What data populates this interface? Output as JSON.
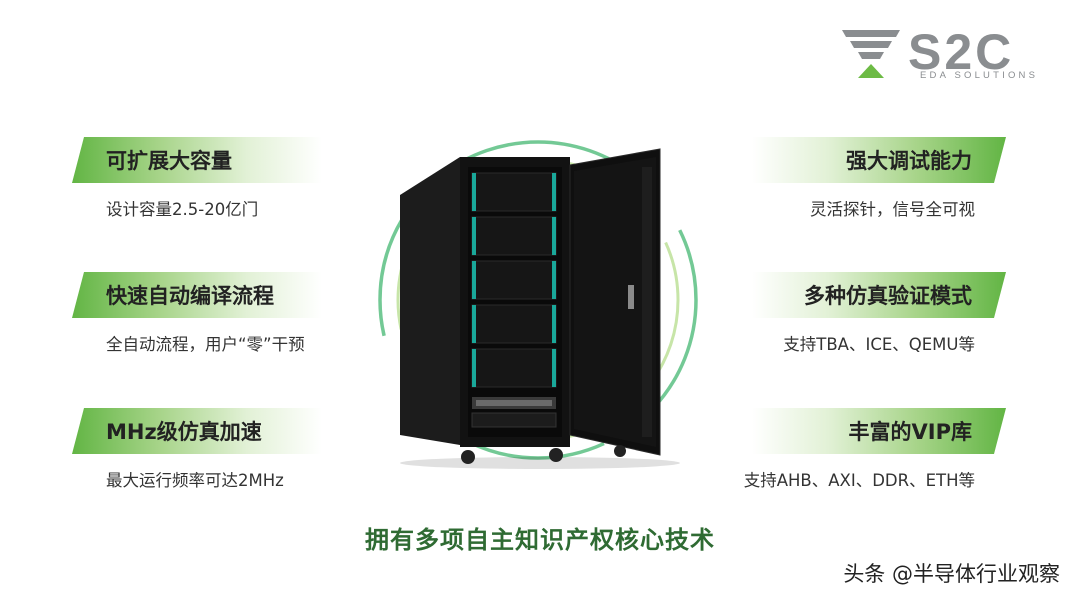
{
  "logo": {
    "brand": "S2C",
    "sub": "EDA SOLUTIONS",
    "accent_color": "#6dbb45",
    "gray_color": "#8a8d90"
  },
  "features_left": [
    {
      "title": "可扩展大容量",
      "desc": "设计容量2.5-20亿门"
    },
    {
      "title": "快速自动编译流程",
      "desc": "全自动流程，用户“零”干预"
    },
    {
      "title": "MHz级仿真加速",
      "desc": "最大运行频率可达2MHz"
    }
  ],
  "features_right": [
    {
      "title": "强大调试能力",
      "desc": "灵活探针，信号全可视"
    },
    {
      "title": "多种仿真验证模式",
      "desc": "支持TBA、ICE、QEMU等"
    },
    {
      "title": "丰富的VIP库",
      "desc": "支持AHB、AXI、DDR、ETH等"
    }
  ],
  "bottom_title": "拥有多项自主知识产权核心技术",
  "watermark": "头条 @半导体行业观察",
  "rack_image": {
    "icon": "server-rack-icon",
    "module_accent": "#1aa89a"
  }
}
